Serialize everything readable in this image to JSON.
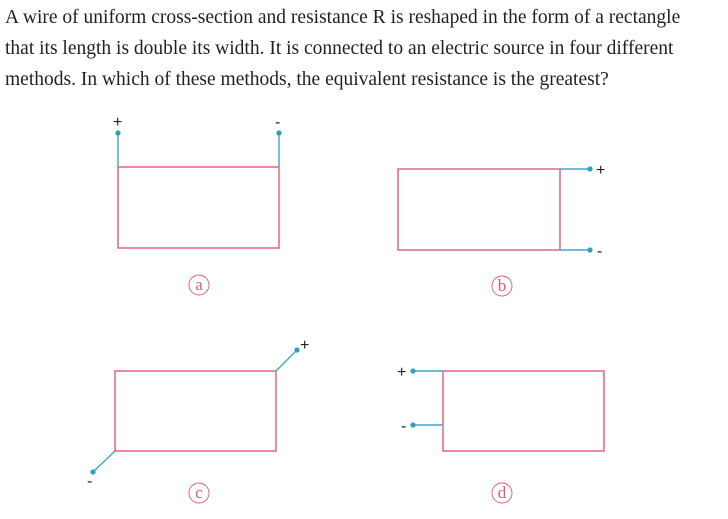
{
  "question": {
    "lines": [
      "A wire of uniform cross-section and resistance R is reshaped in the form of a rectangle",
      "that its length is double its width. It is connected to an electric source in four different",
      "methods. In which of these methods, the equivalent resistance is the greatest?"
    ]
  },
  "diagrams": [
    {
      "label": "a",
      "plus": "+",
      "minus": "-"
    },
    {
      "label": "b",
      "plus": "+",
      "minus": "-"
    },
    {
      "label": "c",
      "plus": "+",
      "minus": "-"
    },
    {
      "label": "d",
      "plus": "+",
      "minus": "-"
    }
  ],
  "colors": {
    "wire_rect": "#e4587a",
    "lead": "#3aa9c8",
    "label": "#e4587a"
  }
}
